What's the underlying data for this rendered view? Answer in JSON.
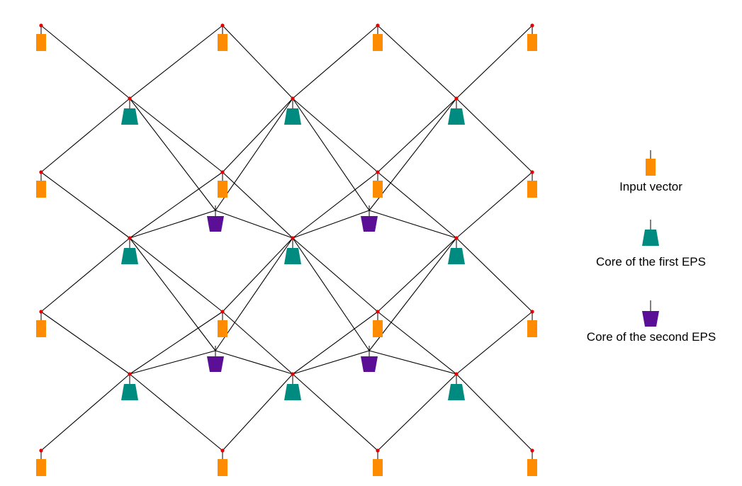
{
  "colors": {
    "input_vector": "#ff8c00",
    "first_eps": "#008b80",
    "second_eps": "#5a0f96",
    "connection_point": "#e00000",
    "line": "#000000"
  },
  "legend": {
    "input_vector": {
      "label": "Input vector",
      "icon": "orange-rectangle-icon"
    },
    "first_eps": {
      "label": "Core of the first EPS",
      "icon": "teal-trapezoid-icon"
    },
    "second_eps": {
      "label": "Core of the second EPS",
      "icon": "purple-trapezoid-icon"
    }
  }
}
